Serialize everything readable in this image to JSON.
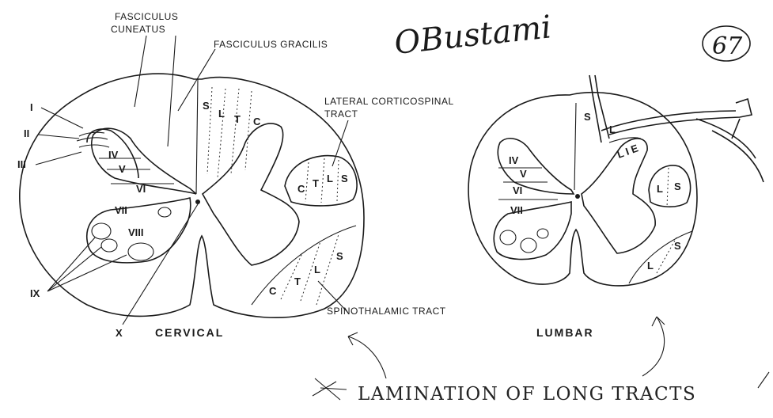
{
  "signature": "OBustami",
  "page_number": "67",
  "title": "LAMINATION OF LONG TRACTS",
  "cervical": {
    "caption": "CERVICAL",
    "fasciculus_cuneatus": [
      "FASCICULUS",
      "CUNEATUS"
    ],
    "fasciculus_gracilis": "FASCICULUS GRACILIS",
    "lateral_corticospinal": [
      "LATERAL CORTICOSPINAL",
      "TRACT"
    ],
    "spinothalamic": "SPINOTHALAMIC TRACT",
    "laminae": {
      "I": "I",
      "II": "II",
      "III": "III",
      "IV": "IV",
      "V": "V",
      "VI": "VI",
      "VII": "VII",
      "VIII": "VIII",
      "IX": "IX",
      "X": "X"
    },
    "dorsal_column_letters": [
      "S",
      "L",
      "T",
      "C"
    ],
    "corticospinal_letters": [
      "C",
      "T",
      "L",
      "S"
    ],
    "spinothalamic_letters": [
      "C",
      "T",
      "L",
      "S"
    ]
  },
  "lumbar": {
    "caption": "LUMBAR",
    "laminae": {
      "IV": "IV",
      "V": "V",
      "VI": "VI",
      "VII": "VII"
    },
    "dorsal_column_letters": [
      "S",
      "L"
    ],
    "tract_marks": "L I E",
    "corticospinal_letters": [
      "L",
      "S"
    ],
    "spinothalamic_letters": [
      "L",
      "S"
    ]
  }
}
